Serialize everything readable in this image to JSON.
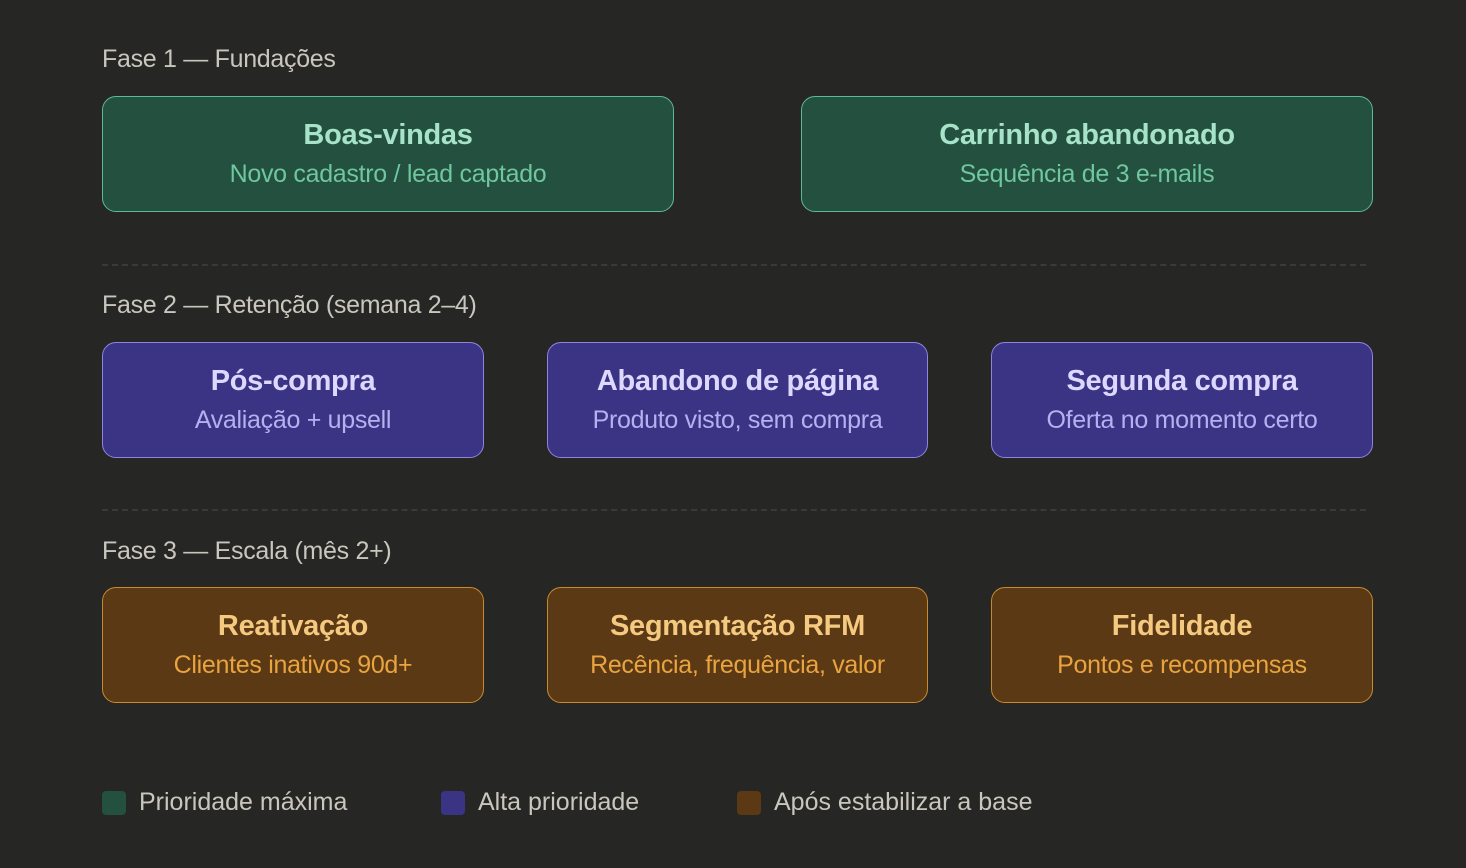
{
  "phases": [
    {
      "title": "Fase 1 — Fundações",
      "items": [
        {
          "title": "Boas-vindas",
          "subtitle": "Novo cadastro / lead captado"
        },
        {
          "title": "Carrinho abandonado",
          "subtitle": "Sequência de 3 e-mails"
        }
      ]
    },
    {
      "title": "Fase 2 — Retenção (semana 2–4)",
      "items": [
        {
          "title": "Pós-compra",
          "subtitle": "Avaliação + upsell"
        },
        {
          "title": "Abandono de página",
          "subtitle": "Produto visto, sem compra"
        },
        {
          "title": "Segunda compra",
          "subtitle": "Oferta no momento certo"
        }
      ]
    },
    {
      "title": "Fase 3 — Escala (mês 2+)",
      "items": [
        {
          "title": "Reativação",
          "subtitle": "Clientes inativos 90d+"
        },
        {
          "title": "Segmentação RFM",
          "subtitle": "Recência, frequência, valor"
        },
        {
          "title": "Fidelidade",
          "subtitle": "Pontos e recompensas"
        }
      ]
    }
  ],
  "legend": [
    {
      "label": "Prioridade máxima",
      "color": "#23503f"
    },
    {
      "label": "Alta prioridade",
      "color": "#3b3485"
    },
    {
      "label": "Após estabilizar a base",
      "color": "#5a3914"
    }
  ]
}
